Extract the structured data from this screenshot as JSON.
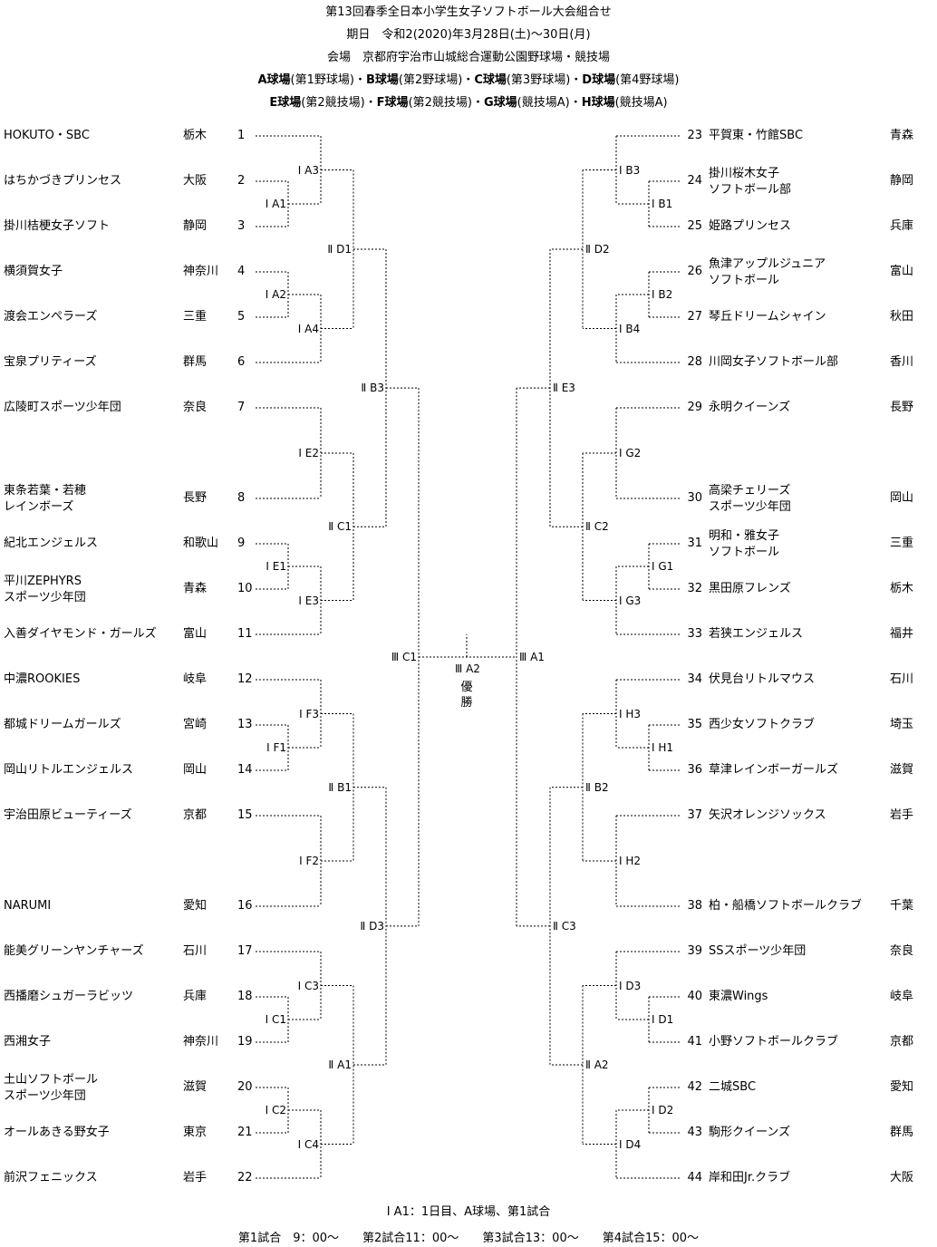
{
  "header": {
    "title": "第13回春季全日本小学生女子ソフトボール大会組合せ",
    "date": "期日　令和2(2020)年3月28日(土)～30日(月)",
    "venue": "会場　京都府宇治市山城総合運動公園野球場・競技場",
    "fields1": [
      {
        "bold": "A球場",
        "rest": "(第1野球場)・"
      },
      {
        "bold": "B球場",
        "rest": "(第2野球場)・"
      },
      {
        "bold": "C球場",
        "rest": "(第3野球場)・"
      },
      {
        "bold": "D球場",
        "rest": "(第4野球場)"
      }
    ],
    "fields2": [
      {
        "bold": "E球場",
        "rest": "(第2競技場)・"
      },
      {
        "bold": "F球場",
        "rest": "(第2競技場)・"
      },
      {
        "bold": "G球場",
        "rest": "(競技場A)・"
      },
      {
        "bold": "H球場",
        "rest": "(競技場A)"
      }
    ]
  },
  "left_teams": [
    {
      "num": "1",
      "name": "HOKUTO・SBC",
      "pref": "栃木"
    },
    {
      "num": "2",
      "name": "はちかづきプリンセス",
      "pref": "大阪"
    },
    {
      "num": "3",
      "name": "掛川桔梗女子ソフト",
      "pref": "静岡"
    },
    {
      "num": "4",
      "name": "横須賀女子",
      "pref": "神奈川"
    },
    {
      "num": "5",
      "name": "渡会エンペラーズ",
      "pref": "三重"
    },
    {
      "num": "6",
      "name": "宝泉プリティーズ",
      "pref": "群馬"
    },
    {
      "num": "7",
      "name": "広陵町スポーツ少年団",
      "pref": "奈良"
    },
    {
      "num": "8",
      "name": "東条若葉・若穂\nレインボーズ",
      "pref": "長野"
    },
    {
      "num": "9",
      "name": "紀北エンジェルス",
      "pref": "和歌山"
    },
    {
      "num": "10",
      "name": "平川ZEPHYRS\nスポーツ少年団",
      "pref": "青森"
    },
    {
      "num": "11",
      "name": "入善ダイヤモンド・ガールズ",
      "pref": "富山"
    },
    {
      "num": "12",
      "name": "中濃ROOKIES",
      "pref": "岐阜"
    },
    {
      "num": "13",
      "name": "都城ドリームガールズ",
      "pref": "宮崎"
    },
    {
      "num": "14",
      "name": "岡山リトルエンジェルス",
      "pref": "岡山"
    },
    {
      "num": "15",
      "name": "宇治田原ビューティーズ",
      "pref": "京都"
    },
    {
      "num": "16",
      "name": "NARUMI",
      "pref": "愛知"
    },
    {
      "num": "17",
      "name": "能美グリーンヤンチャーズ",
      "pref": "石川"
    },
    {
      "num": "18",
      "name": "西播磨シュガーラビッツ",
      "pref": "兵庫"
    },
    {
      "num": "19",
      "name": "西湘女子",
      "pref": "神奈川"
    },
    {
      "num": "20",
      "name": "土山ソフトボール\nスポーツ少年団",
      "pref": "滋賀"
    },
    {
      "num": "21",
      "name": "オールあきる野女子",
      "pref": "東京"
    },
    {
      "num": "22",
      "name": "前沢フェニックス",
      "pref": "岩手"
    }
  ],
  "right_teams": [
    {
      "num": "23",
      "name": "平賀東・竹館SBC",
      "pref": "青森"
    },
    {
      "num": "24",
      "name": "掛川桜木女子\nソフトボール部",
      "pref": "静岡"
    },
    {
      "num": "25",
      "name": "姫路プリンセス",
      "pref": "兵庫"
    },
    {
      "num": "26",
      "name": "魚津アップルジュニア\nソフトボール",
      "pref": "富山"
    },
    {
      "num": "27",
      "name": "琴丘ドリームシャイン",
      "pref": "秋田"
    },
    {
      "num": "28",
      "name": "川岡女子ソフトボール部",
      "pref": "香川"
    },
    {
      "num": "29",
      "name": "永明クイーンズ",
      "pref": "長野"
    },
    {
      "num": "30",
      "name": "高梁チェリーズ\nスポーツ少年団",
      "pref": "岡山"
    },
    {
      "num": "31",
      "name": "明和・雅女子\nソフトボール",
      "pref": "三重"
    },
    {
      "num": "32",
      "name": "黒田原フレンズ",
      "pref": "栃木"
    },
    {
      "num": "33",
      "name": "若狭エンジェルス",
      "pref": "福井"
    },
    {
      "num": "34",
      "name": "伏見台リトルマウス",
      "pref": "石川"
    },
    {
      "num": "35",
      "name": "西少女ソフトクラブ",
      "pref": "埼玉"
    },
    {
      "num": "36",
      "name": "草津レインボーガールズ",
      "pref": "滋賀"
    },
    {
      "num": "37",
      "name": "矢沢オレンジソックス",
      "pref": "岩手"
    },
    {
      "num": "38",
      "name": "柏・船橋ソフトボールクラブ",
      "pref": "千葉"
    },
    {
      "num": "39",
      "name": "SSスポーツ少年団",
      "pref": "奈良"
    },
    {
      "num": "40",
      "name": "東濃Wings",
      "pref": "岐阜"
    },
    {
      "num": "41",
      "name": "小野ソフトボールクラブ",
      "pref": "京都"
    },
    {
      "num": "42",
      "name": "二城SBC",
      "pref": "愛知"
    },
    {
      "num": "43",
      "name": "駒形クイーンズ",
      "pref": "群馬"
    },
    {
      "num": "44",
      "name": "岸和田Jr.クラブ",
      "pref": "大阪"
    }
  ],
  "match_labels": {
    "A1": "Ⅰ A1",
    "A3": "Ⅰ A3",
    "A2": "Ⅰ A2",
    "A4": "Ⅰ A4",
    "E2": "Ⅰ E2",
    "E1": "Ⅰ E1",
    "E3": "Ⅰ E3",
    "F3": "Ⅰ F3",
    "F1": "Ⅰ F1",
    "F2": "Ⅰ F2",
    "C3": "Ⅰ C3",
    "C1": "Ⅰ C1",
    "C2": "Ⅰ C2",
    "C4": "Ⅰ C4",
    "B3": "Ⅰ B3",
    "B1": "Ⅰ B1",
    "B2": "Ⅰ B2",
    "B4": "Ⅰ B4",
    "G2": "Ⅰ G2",
    "G1": "Ⅰ G1",
    "G3": "Ⅰ G3",
    "H3": "Ⅰ H3",
    "H1": "Ⅰ H1",
    "H2": "Ⅰ H2",
    "D3": "Ⅰ D3",
    "D1": "Ⅰ D1",
    "D2": "Ⅰ D2",
    "D4": "Ⅰ D4",
    "IID1": "Ⅱ D1",
    "IIC1": "Ⅱ C1",
    "IIB1": "Ⅱ B1",
    "IIA1": "Ⅱ A1",
    "IID2": "Ⅱ D2",
    "IIC2": "Ⅱ C2",
    "IIB2": "Ⅱ B2",
    "IIA2": "Ⅱ A2",
    "IIB3": "Ⅱ B3",
    "IID3": "Ⅱ D3",
    "IIE3": "Ⅱ E3",
    "IIC3": "Ⅱ C3",
    "IIIC1": "Ⅲ C1",
    "IIIA1": "Ⅲ A1",
    "IIIA2": "Ⅲ A2"
  },
  "champion": [
    "優",
    "勝"
  ],
  "footer": {
    "note": "Ⅰ A1：1日目、A球場、第1試合",
    "times": "第1試合　9：00～　　第2試合11：00～　　第3試合13：00～　　第4試合15：00～"
  }
}
